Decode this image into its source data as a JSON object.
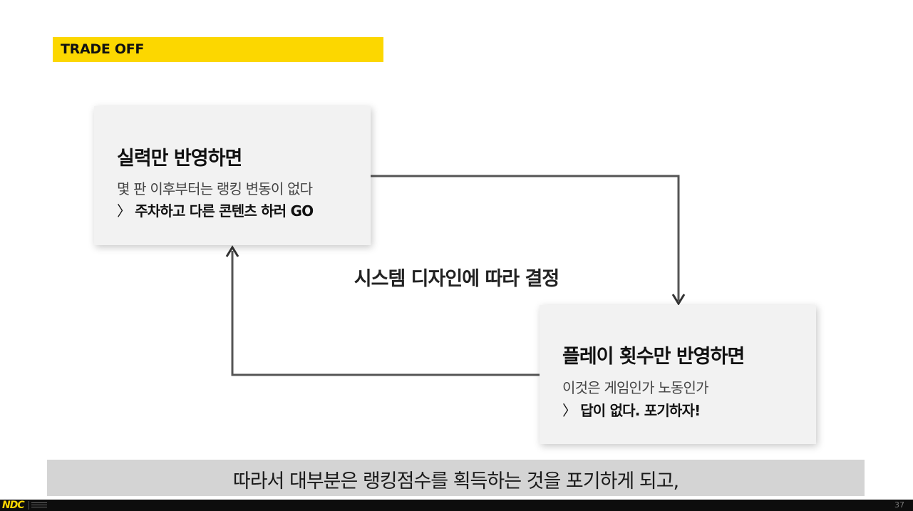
{
  "section_tag": "TRADE OFF",
  "card_skill": {
    "title": "실력만 반영하면",
    "desc": "몇 판 이후부터는 랭킹 변동이 없다",
    "chevron": "〉",
    "conclusion": "주차하고 다른 콘텐츠 하러 GO"
  },
  "card_playcount": {
    "title": "플레이 횟수만 반영하면",
    "desc": "이것은 게임인가 노동인가",
    "chevron": "〉",
    "conclusion": "답이 없다. 포기하자!"
  },
  "center_label": "시스템 디자인에 따라 결정",
  "caption": "따라서 대부분은 랭킹점수를 획득하는 것을 포기하게 되고,",
  "footer": {
    "logo": "NDC",
    "page_number": "37"
  },
  "colors": {
    "accent_yellow": "#fcd700",
    "card_bg": "#f2f2f2",
    "arrow": "#555555",
    "caption_bg": "#d4d4d4"
  }
}
